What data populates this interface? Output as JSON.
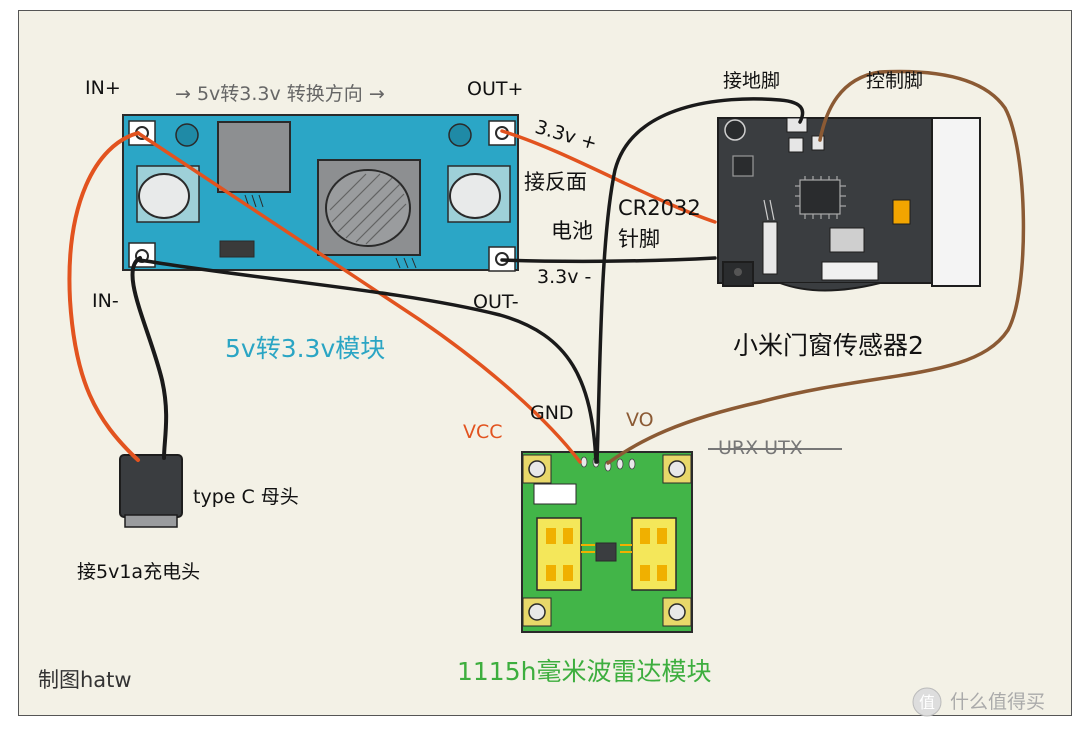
{
  "converter": {
    "title": "5v转3.3v模块",
    "direction": "→ 5v转3.3v 转换方向 →",
    "in_plus": "IN+",
    "in_minus": "IN-",
    "out_plus": "OUT+",
    "out_minus": "OUT-",
    "color": "#2ba6c6"
  },
  "wires": {
    "v33_plus": "3.3v +",
    "v33_minus": "3.3v -",
    "battery_line1": "接反面",
    "battery_line2": "电池",
    "cr2032_line1": "CR2032",
    "cr2032_line2": "针脚"
  },
  "sensor": {
    "title": "小米门窗传感器2",
    "ground_pin": "接地脚",
    "control_pin": "控制脚"
  },
  "usb": {
    "label": "type C 母头",
    "note": "接5v1a充电头"
  },
  "radar": {
    "title": "1115h毫米波雷达模块",
    "vcc": "VCC",
    "gnd": "GND",
    "vo": "VO",
    "urx_utx": "URX  UTX",
    "board_color": "#42b548"
  },
  "credit": "制图hatw",
  "watermark": "什么值得买",
  "colors": {
    "red_wire": "#e2531f",
    "brown_wire": "#8b5a34",
    "black_wire": "#1a1a1a",
    "title_green": "#3dae3e",
    "title_blue": "#2aa5c4"
  }
}
